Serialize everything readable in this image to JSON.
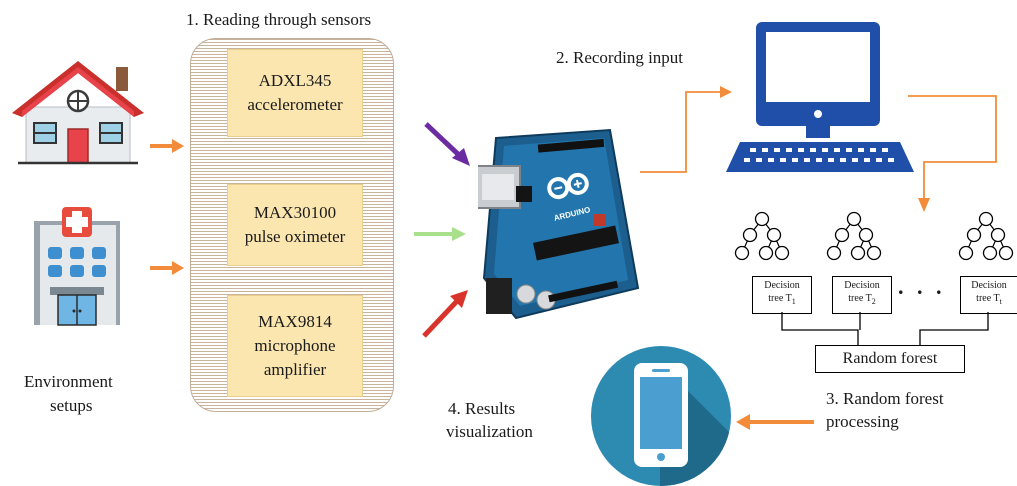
{
  "steps": {
    "reading": "1. Reading through sensors",
    "recording": "2. Recording input",
    "rf_line1": "3. Random forest",
    "rf_line2": "processing",
    "results_line1": "4. Results",
    "results_line2": "visualization"
  },
  "environment": {
    "line1": "Environment",
    "line2": "setups"
  },
  "sensors": [
    {
      "line1": "ADXL345",
      "line2": "accelerometer",
      "line3": ""
    },
    {
      "line1": "MAX30100",
      "line2": "pulse oximeter",
      "line3": ""
    },
    {
      "line1": "MAX9814",
      "line2": "microphone",
      "line3": "amplifier"
    }
  ],
  "trees": [
    {
      "line1": "Decision",
      "prefix": "tree T",
      "sub": "1"
    },
    {
      "line1": "Decision",
      "prefix": "tree T",
      "sub": "2"
    },
    {
      "line1": "Decision",
      "prefix": "tree T",
      "sub": "t"
    }
  ],
  "ellipsis": ". . .",
  "random_forest": "Random forest",
  "arduino": {
    "brand": "ARDUINO"
  },
  "colors": {
    "orange": "#f28c3a",
    "purple": "#6a2ca0",
    "green": "#a8e08c",
    "red": "#d9342b",
    "monitor_blue": "#1f4fa8",
    "phone_circle": "#2d8bb2"
  }
}
